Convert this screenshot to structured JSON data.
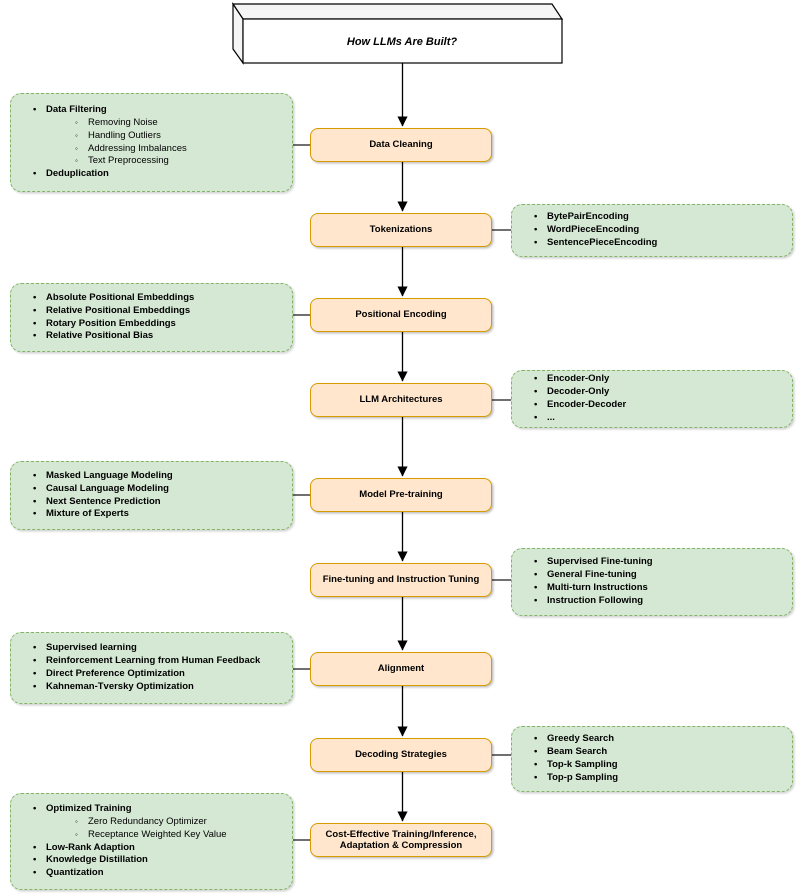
{
  "title": "How LLMs Are Built?",
  "colors": {
    "stage_fill": "#FFE6CC",
    "stage_border": "#D79B00",
    "detail_fill": "#D5E8D4",
    "detail_border": "#82B366",
    "connector": "#000000"
  },
  "stages": [
    {
      "label": "Data Cleaning"
    },
    {
      "label": "Tokenizations"
    },
    {
      "label": "Positional Encoding"
    },
    {
      "label": "LLM Architectures"
    },
    {
      "label": "Model Pre-training"
    },
    {
      "label": "Fine-tuning and Instruction Tuning"
    },
    {
      "label": "Alignment"
    },
    {
      "label": "Decoding Strategies"
    },
    {
      "label": "Cost-Effective Training/Inference, Adaptation & Compression"
    }
  ],
  "detail_boxes": [
    {
      "side": "left",
      "stage": "Data Cleaning",
      "items": [
        {
          "text": "Data Filtering",
          "level": 1
        },
        {
          "text": "Removing Noise",
          "level": 2
        },
        {
          "text": "Handling Outliers",
          "level": 2
        },
        {
          "text": "Addressing Imbalances",
          "level": 2
        },
        {
          "text": "Text Preprocessing",
          "level": 2
        },
        {
          "text": "Deduplication",
          "level": 1
        }
      ]
    },
    {
      "side": "right",
      "stage": "Tokenizations",
      "items": [
        {
          "text": "BytePairEncoding",
          "level": 1
        },
        {
          "text": "WordPieceEncoding",
          "level": 1
        },
        {
          "text": "SentencePieceEncoding",
          "level": 1
        }
      ]
    },
    {
      "side": "left",
      "stage": "Positional Encoding",
      "items": [
        {
          "text": "Absolute Positional Embeddings",
          "level": 1
        },
        {
          "text": "Relative Positional Embeddings",
          "level": 1
        },
        {
          "text": "Rotary Position Embeddings",
          "level": 1
        },
        {
          "text": "Relative Positional Bias",
          "level": 1
        }
      ]
    },
    {
      "side": "right",
      "stage": "LLM Architectures",
      "items": [
        {
          "text": "Encoder-Only",
          "level": 1
        },
        {
          "text": "Decoder-Only",
          "level": 1
        },
        {
          "text": "Encoder-Decoder",
          "level": 1
        },
        {
          "text": "...",
          "level": 1
        }
      ]
    },
    {
      "side": "left",
      "stage": "Model Pre-training",
      "items": [
        {
          "text": "Masked Language Modeling",
          "level": 1
        },
        {
          "text": "Causal Language Modeling",
          "level": 1
        },
        {
          "text": "Next Sentence Prediction",
          "level": 1
        },
        {
          "text": "Mixture of Experts",
          "level": 1
        }
      ]
    },
    {
      "side": "right",
      "stage": "Fine-tuning and Instruction Tuning",
      "items": [
        {
          "text": "Supervised Fine-tuning",
          "level": 1
        },
        {
          "text": "General Fine-tuning",
          "level": 1
        },
        {
          "text": "Multi-turn Instructions",
          "level": 1
        },
        {
          "text": "Instruction Following",
          "level": 1
        }
      ]
    },
    {
      "side": "left",
      "stage": "Alignment",
      "items": [
        {
          "text": "Supervised learning",
          "level": 1
        },
        {
          "text": "Reinforcement Learning from Human Feedback",
          "level": 1
        },
        {
          "text": "Direct Preference Optimization",
          "level": 1
        },
        {
          "text": "Kahneman-Tversky Optimization",
          "level": 1
        }
      ]
    },
    {
      "side": "right",
      "stage": "Decoding Strategies",
      "items": [
        {
          "text": "Greedy Search",
          "level": 1
        },
        {
          "text": "Beam Search",
          "level": 1
        },
        {
          "text": "Top-k Sampling",
          "level": 1
        },
        {
          "text": "Top-p Sampling",
          "level": 1
        }
      ]
    },
    {
      "side": "left",
      "stage": "Cost-Effective Training/Inference, Adaptation & Compression",
      "items": [
        {
          "text": "Optimized Training",
          "level": 1
        },
        {
          "text": "Zero Redundancy Optimizer",
          "level": 2
        },
        {
          "text": "Receptance Weighted Key Value",
          "level": 2
        },
        {
          "text": "Low-Rank Adaption",
          "level": 1
        },
        {
          "text": "Knowledge Distillation",
          "level": 1
        },
        {
          "text": "Quantization",
          "level": 1
        }
      ]
    }
  ],
  "markers": {
    "bullet": "•",
    "sub_bullet": "◦"
  }
}
